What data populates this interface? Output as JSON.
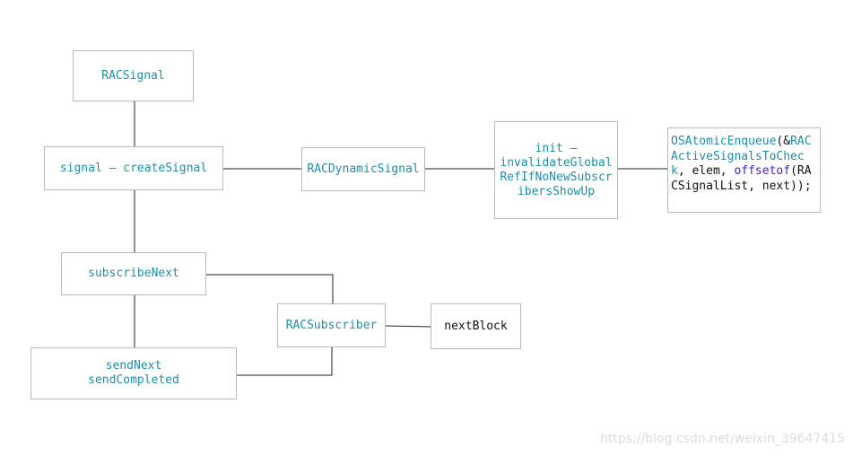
{
  "nodes": {
    "racsignal": "RACSignal",
    "create_signal": "signal – createSignal",
    "rac_dynamic_signal": "RACDynamicSignal",
    "init": "init –\ninvalidateGlobal\nRefIfNoNewSubscr\nibersShowUp",
    "subscribe_next": "subscribeNext",
    "rac_subscriber": "RACSubscriber",
    "next_block": "nextBlock",
    "send": "sendNext\nsendCompleted"
  },
  "code": {
    "func": "OSAtomicEnqueue",
    "open": "(&",
    "arg_var": "RACActiveSignalsToCheck",
    "mid": ", elem, ",
    "keyword": "offsetof",
    "tail": "(RACSignalList, next));"
  },
  "watermark": "https://blog.csdn.net/weixin_39647415",
  "colors": {
    "teal": "#1e8ea8",
    "keyword": "#3a1fd6",
    "border": "#b8b8b8"
  }
}
